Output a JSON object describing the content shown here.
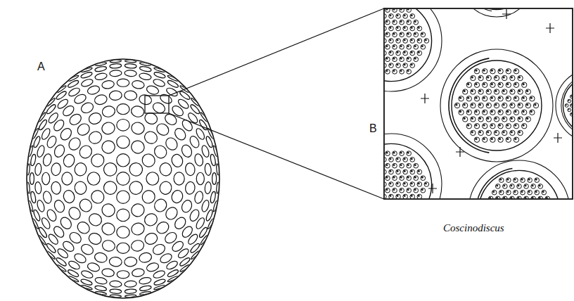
{
  "diagram": {
    "labels": [
      "A",
      "B",
      "Coscinodiscus"
    ]
  }
}
